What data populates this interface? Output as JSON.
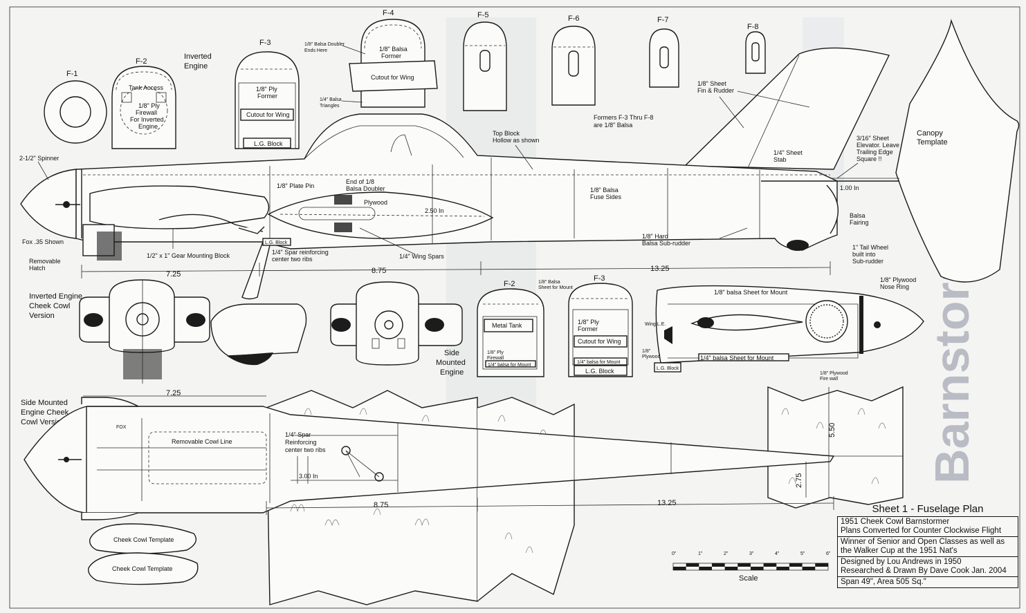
{
  "title_block": {
    "heading": "Sheet 1 - Fuselage Plan",
    "rows": [
      [
        "1951 Cheek Cowl Barnstormer",
        "Plans Converted for Counter Clockwise Flight"
      ],
      [
        "Winner of Senior and Open Classes as well as",
        "the Walker Cup at the 1951 Nat's"
      ],
      [
        "Designed by Lou Andrews in 1950",
        "Researched & Drawn By Dave Cook Jan. 2004"
      ],
      [
        "Span 49\", Area 505 Sq.\""
      ]
    ]
  },
  "formers": {
    "f1": "F-1",
    "f2": "F-2",
    "f3": "F-3",
    "f4": "F-4",
    "f5": "F-5",
    "f6": "F-6",
    "f7": "F-7",
    "f8": "F-8"
  },
  "labels": {
    "inverted_engine": [
      "Inverted",
      "Engine"
    ],
    "tank_access": "Tank Access",
    "f2_firewall": [
      "1/8\" Ply",
      "Firewall",
      "For Inverted",
      "Engine"
    ],
    "f3_former": [
      "1/8\" Ply",
      "Former"
    ],
    "cutout_for_wing": "Cutout for Wing",
    "lg_block": "L.G. Block",
    "balsa_doubler_ends": [
      "1/8\" Balsa Doubler",
      "Ends Here"
    ],
    "f4_former": [
      "1/8\" Balsa",
      "Former"
    ],
    "balsa_triangles": [
      "1/4\" Balsa",
      "Triangles"
    ],
    "fin_rudder": [
      "1/8\" Sheet",
      "Fin & Rudder"
    ],
    "formers_note": [
      "Formers F-3 Thru F-8",
      "are 1/8\" Balsa"
    ],
    "top_block": [
      "Top Block",
      "Hollow as shown"
    ],
    "stab": [
      "1/4\" Sheet",
      "Stab"
    ],
    "elevator": [
      "3/16\" Sheet",
      "Elevator. Leave",
      "Trailing Edge",
      "Square !!"
    ],
    "canopy_template": [
      "Canopy",
      "Template"
    ],
    "spinner": "2-1/2\" Spinner",
    "plate_pin": "1/8\" Plate Pin",
    "end_doubler": [
      "End of 1/8",
      "Balsa Doubler"
    ],
    "plywood": "Plywood",
    "dim_250": "2.50 In",
    "fuse_sides": [
      "1/8\" Balsa",
      "Fuse Sides"
    ],
    "dim_100": "1.00 In",
    "balsa_fairing": [
      "Balsa",
      "Fairing"
    ],
    "fox_35": "Fox .35 Shown",
    "removable_hatch": [
      "Removable",
      "Hatch"
    ],
    "gear_block": "1/2\" x 1\" Gear Mounting Block",
    "lg_block_small": "L.G. Block",
    "spar_reinforcing": [
      "1/4\" Spar reinforcing",
      "center two ribs"
    ],
    "wing_spars": "1/4\" Wing Spars",
    "sub_rudder": [
      "1/8\" Hard",
      "Balsa Sub-rudder"
    ],
    "tail_wheel": [
      "1\" Tail Wheel",
      "built into",
      "Sub-rudder"
    ],
    "dim_725": "7.25",
    "dim_875": "8.75",
    "dim_1325": "13.25",
    "inverted_cheek": [
      "Inverted Engine",
      "Cheek Cowl",
      "Version"
    ],
    "sheet_for_mount": [
      "1/8\" Balsa",
      "Sheet for Mount"
    ],
    "metal_tank": "Metal Tank",
    "ply_firewall": [
      "1/8\" Ply",
      "Firewall"
    ],
    "balsa_for_mount": "1/4\" balsa for Mount",
    "side_mounted": [
      "Side",
      "Mounted",
      "Engine"
    ],
    "cutout_wing_small": "Cutout for Wing",
    "balsa_for_mount2": "1/4\" balsa for Mount",
    "lg_block_f3": "L.G. Block",
    "sheet_for_mount_top": "1/8\" balsa Sheet for Mount",
    "plywood_nose_ring": [
      "1/8\" Plywood",
      "Nose Ring"
    ],
    "wing_le": "Wing L.E.",
    "ply_18": [
      "1/8\"",
      "Plywood"
    ],
    "sheet_for_mount_bottom": "1/4\" balsa Sheet for Mount",
    "plywood_fire_wall": [
      "1/8\" Plywood",
      "Fire wall"
    ],
    "lg_block_side": "L.G. Block",
    "side_cheek": [
      "Side Mounted",
      "Engine Cheek",
      "Cowl Version"
    ],
    "removable_cowl": "Removable Cowl Line",
    "spar_reinf_top": [
      "1/4\" Spar",
      "Reinforcing",
      "center two ribs"
    ],
    "dim_300": "3.00 In",
    "dim_550": "5.50",
    "dim_275": "2.75",
    "fox_tag": "FOX",
    "cheek_template_1": "Cheek Cowl Template",
    "cheek_template_2": "Cheek Cowl Template",
    "scale_label": "Scale",
    "scale_ticks": [
      "0\"",
      "1\"",
      "2\"",
      "3\"",
      "4\"",
      "5\"",
      "6\""
    ]
  },
  "colors": {
    "ink": "#1a1a1a",
    "paper": "#f4f4f2",
    "bleed": "#b9bcc4"
  }
}
